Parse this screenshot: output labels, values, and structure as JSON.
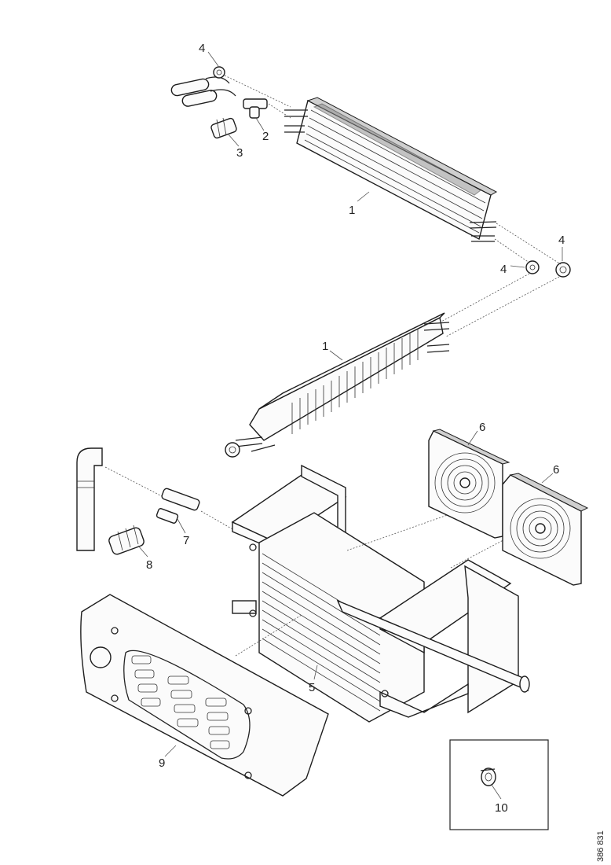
{
  "callouts": {
    "c4a": "4",
    "c2": "2",
    "c3": "3",
    "c1a": "1",
    "c4b": "4",
    "c4c": "4",
    "c1b": "1",
    "c6a": "6",
    "c6b": "6",
    "c7": "7",
    "c8": "8",
    "c5": "5",
    "c9": "9",
    "c10": "10"
  },
  "reference_code": "386 831"
}
